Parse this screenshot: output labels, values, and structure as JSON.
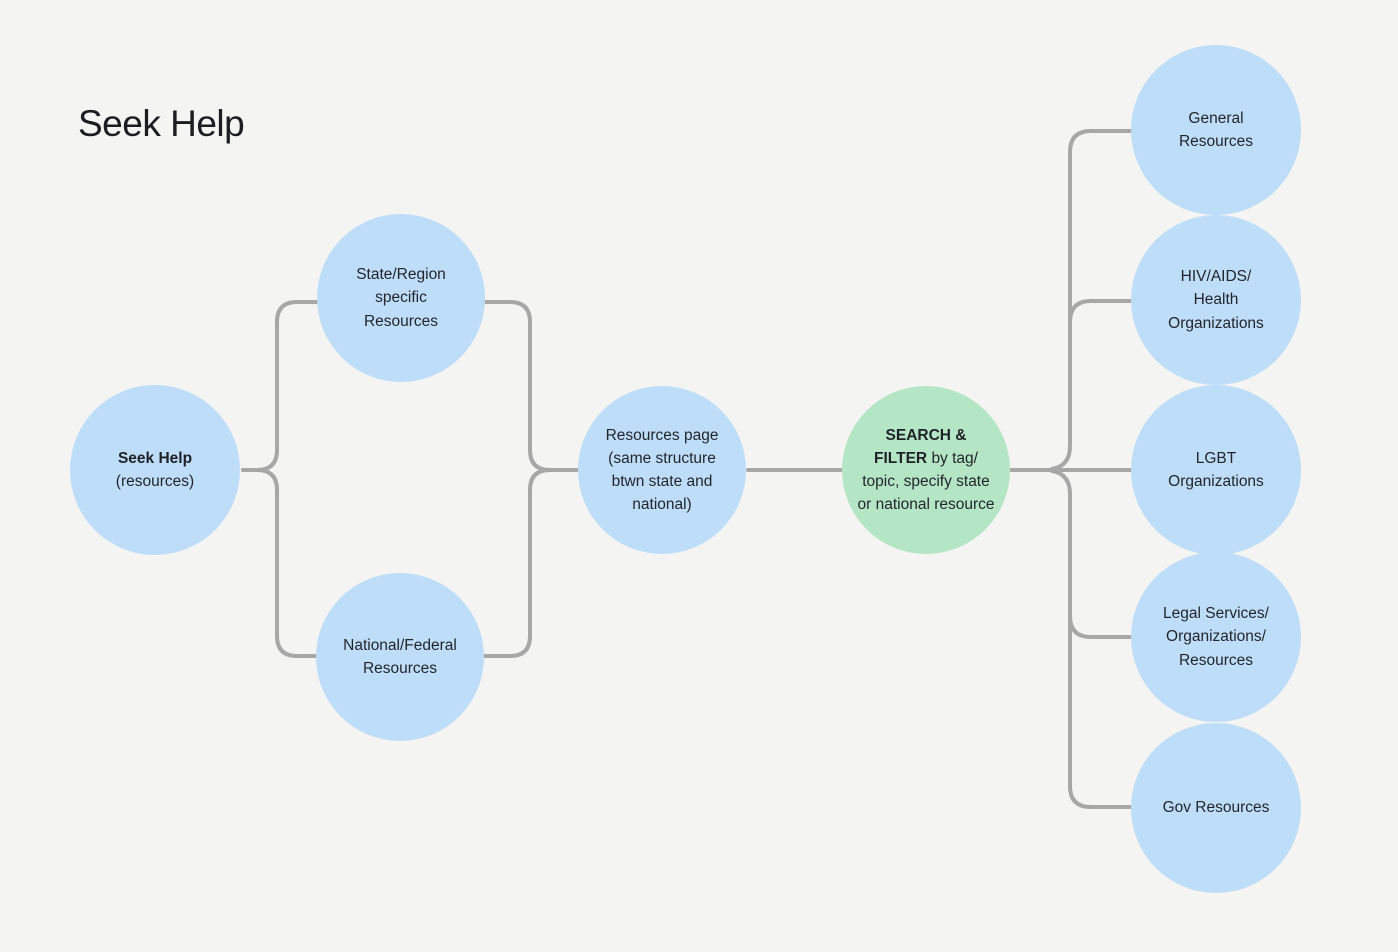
{
  "title": "Seek Help",
  "colors": {
    "node_blue": "#BEDDF8",
    "node_green": "#B4E6C5",
    "connector": "#A7A7A7",
    "background": "#F4F4F3",
    "text": "#22262C"
  },
  "nodes": {
    "seek_help": {
      "bold": "Seek Help",
      "rest": "(resources)"
    },
    "state_region": {
      "label": "State/Region specific Resources"
    },
    "national_federal": {
      "label": "National/Federal Resources"
    },
    "resources_page": {
      "label": "Resources page (same structure btwn state and national)"
    },
    "search_filter": {
      "bold": "SEARCH & FILTER",
      "rest": "by tag/ topic, specify state or national resource"
    },
    "general_resources": {
      "label": "General Resources"
    },
    "hiv_aids_health": {
      "label": "HIV/AIDS/ Health Organizations"
    },
    "lgbt_orgs": {
      "label": "LGBT Organizations"
    },
    "legal_services": {
      "label": "Legal Services/ Organizations/ Resources"
    },
    "gov_resources": {
      "label": "Gov Resources"
    }
  }
}
